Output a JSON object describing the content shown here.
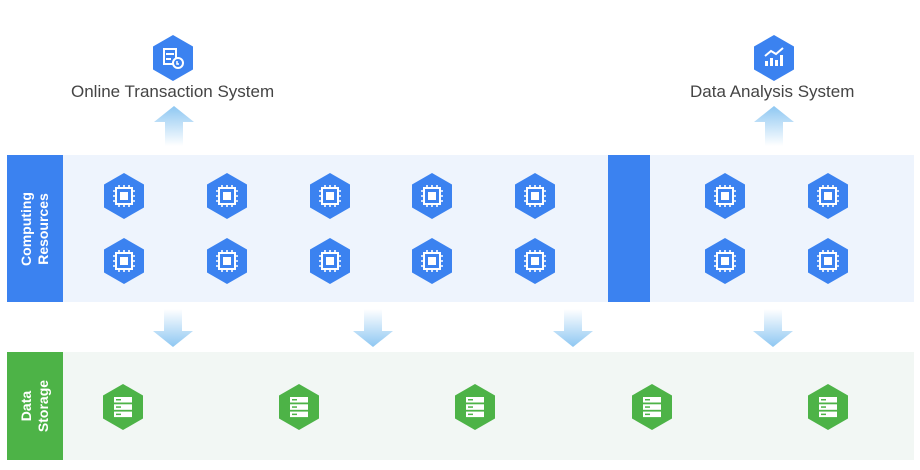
{
  "systems": {
    "online": "Online Transaction System",
    "analysis": "Data Analysis System"
  },
  "bands": {
    "compute": "Computing\nResources",
    "storage": "Data\nStorage"
  },
  "colors": {
    "compute": "#3b82f0",
    "storage": "#4db347",
    "arrow": "#a9d4f5"
  },
  "icons": {
    "online": "ledger-icon",
    "analysis": "chart-icon",
    "compute": "cpu-chip-icon",
    "storage": "server-icon"
  }
}
